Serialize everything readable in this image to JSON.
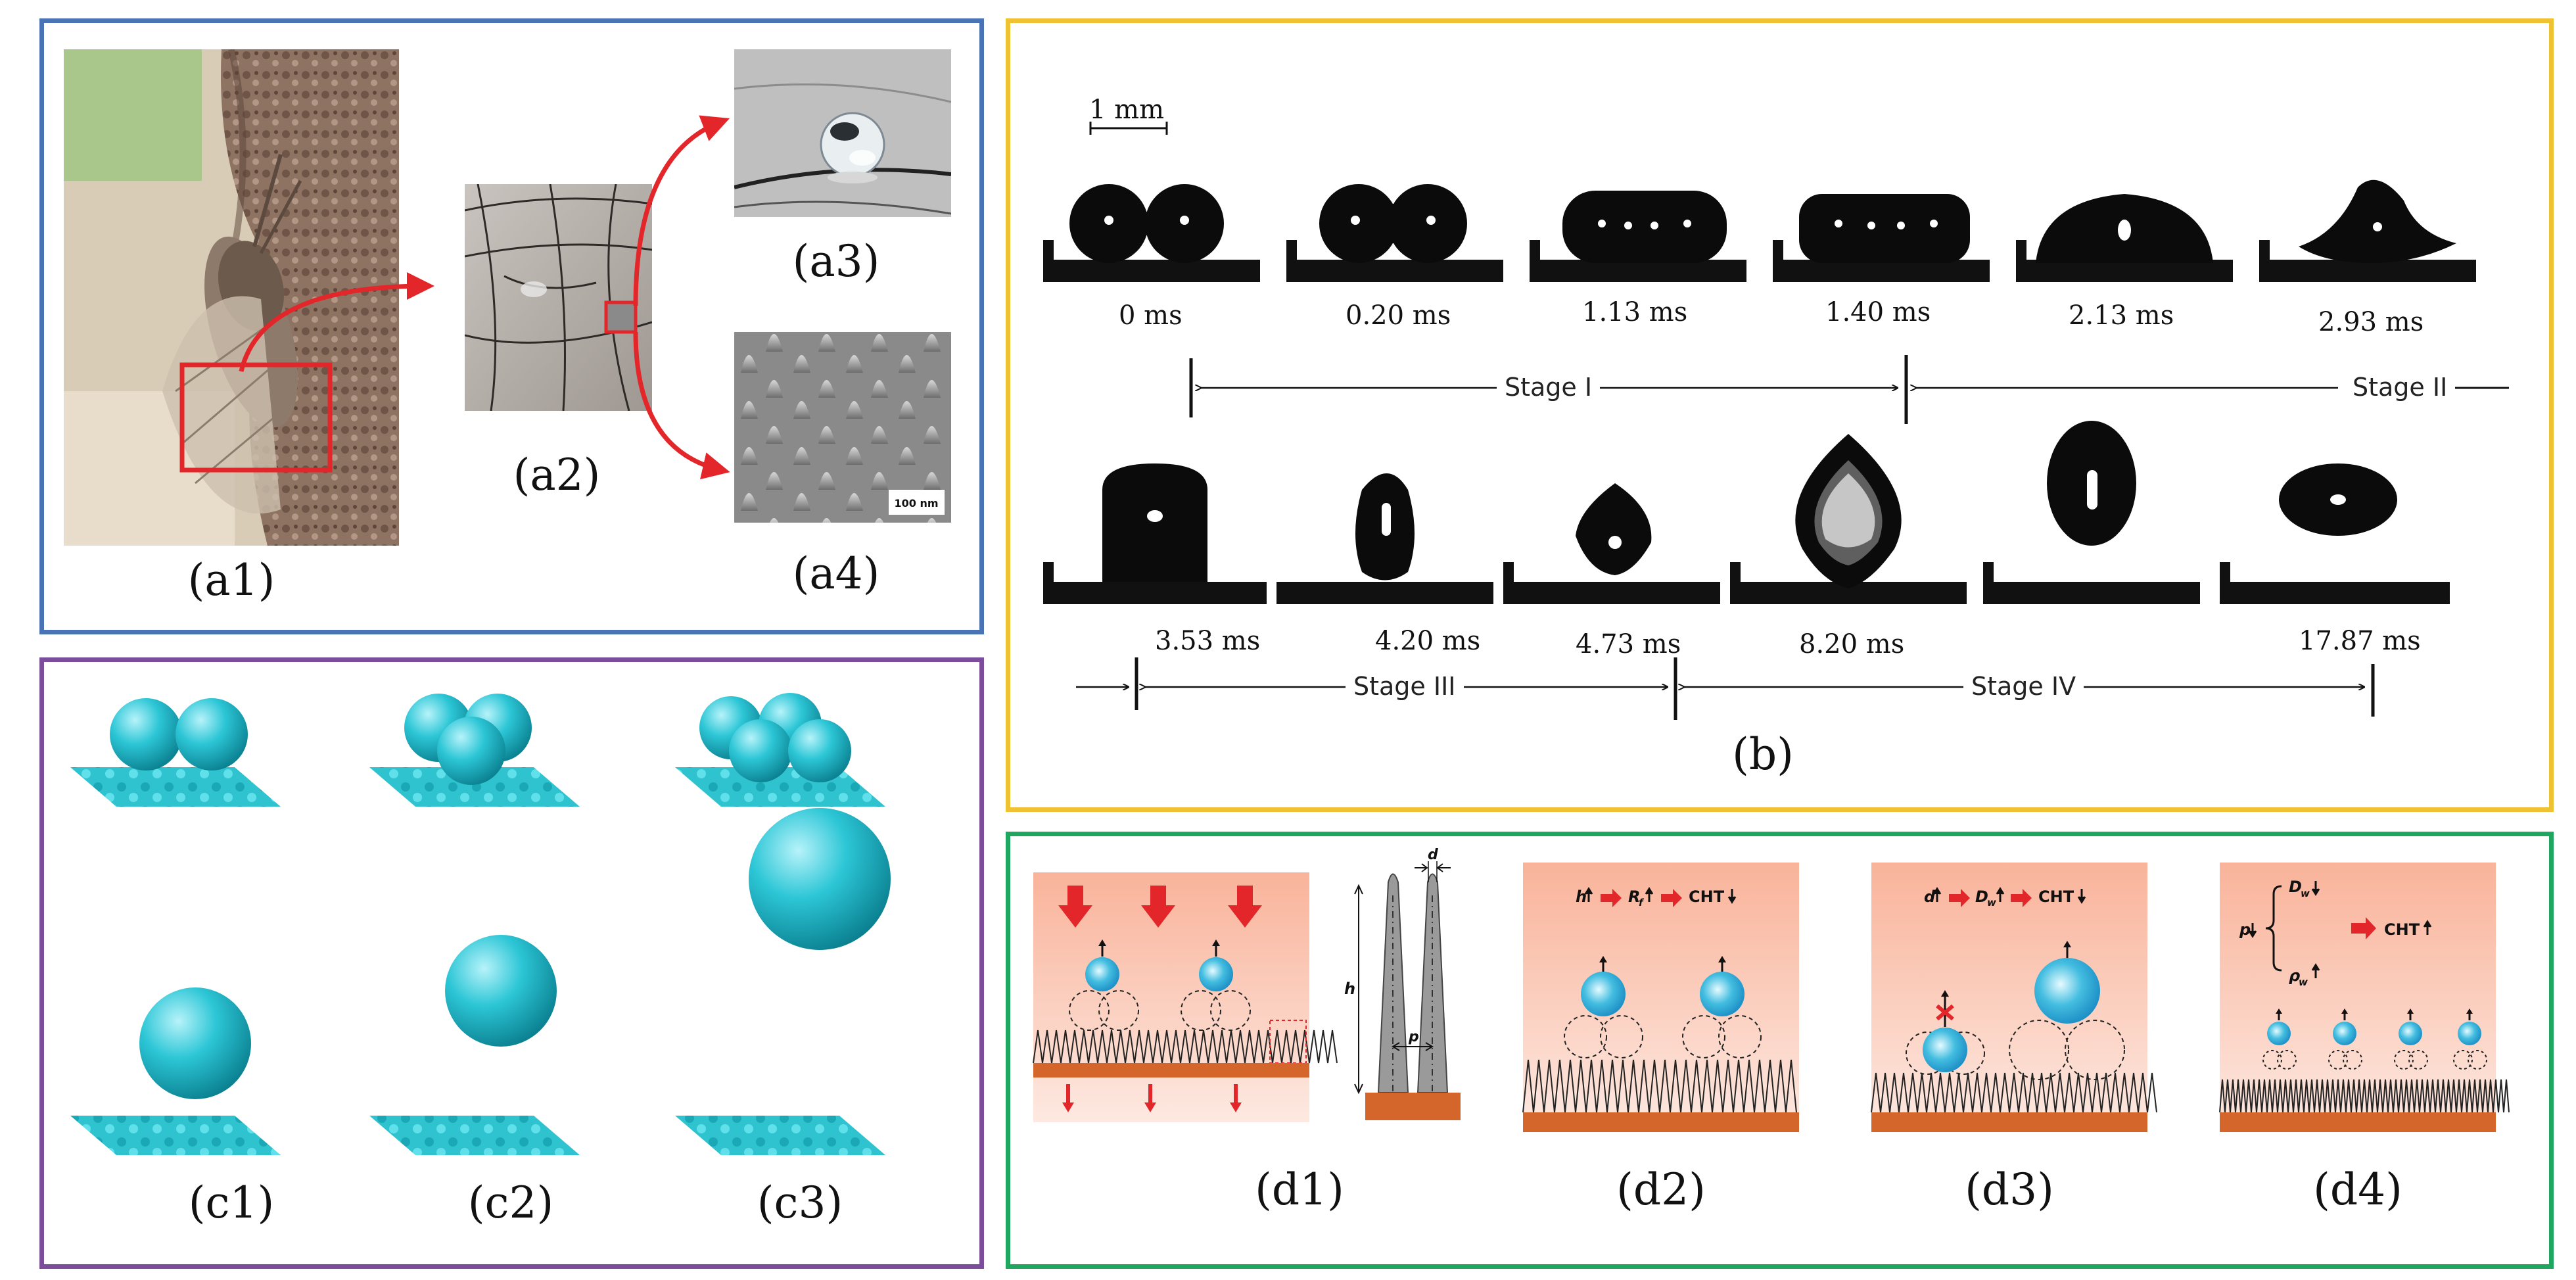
{
  "colors": {
    "panel_a_border": "#4a73b5",
    "panel_b_border": "#efc234",
    "panel_c_border": "#7b4d9a",
    "panel_d_border": "#1fa760",
    "arrow_red": "#e3262a",
    "sphere_cyan": "#27c3d4",
    "substrate_orange": "#d4652b"
  },
  "panel_a": {
    "captions": [
      "(a1)",
      "(a2)",
      "(a3)",
      "(a4)"
    ],
    "scale_bar": "100 nm"
  },
  "panel_b": {
    "scale_bar": "1 mm",
    "caption": "(b)",
    "times_row1": [
      "0 ms",
      "0.20 ms",
      "1.13 ms",
      "1.40 ms",
      "2.13 ms",
      "2.93 ms"
    ],
    "times_row2": [
      "3.53 ms",
      "4.20 ms",
      "4.73 ms",
      "8.20 ms",
      "17.87 ms"
    ],
    "stages": [
      "Stage I",
      "Stage II",
      "Stage III",
      "Stage IV"
    ]
  },
  "panel_c": {
    "captions": [
      "(c1)",
      "(c2)",
      "(c3)"
    ]
  },
  "panel_d": {
    "captions": [
      "(d1)",
      "(d2)",
      "(d3)",
      "(d4)"
    ],
    "d1_labels": {
      "d": "d",
      "h": "h",
      "p": "p"
    },
    "d2_formula": {
      "v1": "h",
      "v2": "R",
      "v2sub": "f",
      "out": "CHT"
    },
    "d3_formula": {
      "v1": "d",
      "v2": "D",
      "v2sub": "w",
      "out": "CHT"
    },
    "d4_formula": {
      "v1": "p",
      "v2": "D",
      "v2sub": "w",
      "v3": "ρ",
      "v3sub": "w",
      "out": "CHT"
    }
  }
}
